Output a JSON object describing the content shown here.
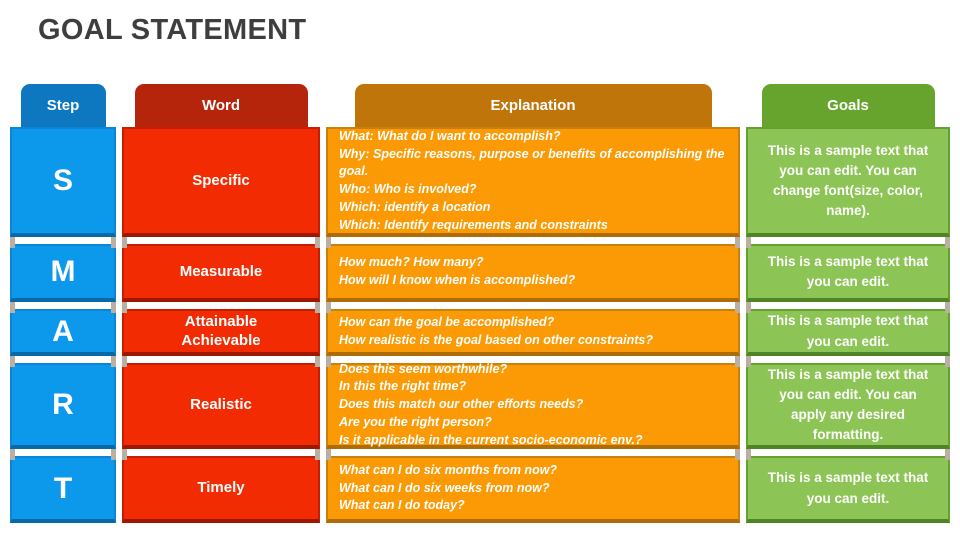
{
  "title": "GOAL STATEMENT",
  "colors": {
    "title_text": "#3e3e3e",
    "step_header": "#0d78c0",
    "step_body": "#0c99ec",
    "word_header": "#b5250b",
    "word_body": "#f22b03",
    "explanation_header": "#c0750b",
    "explanation_body": "#fb9a04",
    "goals_header": "#67a42e",
    "goals_body": "#8cc455",
    "cell_text": "#ffffff"
  },
  "table": {
    "headers": [
      {
        "id": "step",
        "label": "Step",
        "header_color": "#0d78c0",
        "body_color": "#0c99ec"
      },
      {
        "id": "word",
        "label": "Word",
        "header_color": "#b5250b",
        "body_color": "#f22b03"
      },
      {
        "id": "explanation",
        "label": "Explanation",
        "header_color": "#c0750b",
        "body_color": "#fb9a04"
      },
      {
        "id": "goals",
        "label": "Goals",
        "header_color": "#67a42e",
        "body_color": "#8cc455"
      }
    ],
    "rows": [
      {
        "step": "S",
        "word": "Specific",
        "explanation": [
          "What: What do I want to accomplish?",
          "Why: Specific reasons, purpose or benefits of accomplishing the goal.",
          "Who: Who is involved?",
          "Which: identify a location",
          "Which: Identify requirements and constraints"
        ],
        "goals": "This is a sample text that you can edit. You can change font(size, color, name)."
      },
      {
        "step": "M",
        "word": "Measurable",
        "explanation": [
          "How much? How many?",
          "How will I know when is accomplished?"
        ],
        "goals": "This is a sample text that you can edit."
      },
      {
        "step": "A",
        "word": "Attainable\nAchievable",
        "explanation": [
          "How can the goal be accomplished?",
          "How realistic is the goal based on other constraints?"
        ],
        "goals": "This is a sample text that you can edit."
      },
      {
        "step": "R",
        "word": "Realistic",
        "explanation": [
          "Does this seem worthwhile?",
          "In this the right time?",
          "Does this match our other efforts needs?",
          "Are you the right person?",
          "Is it applicable in the current socio-economic env.?"
        ],
        "goals": "This is a sample text that you can edit. You can apply any desired formatting."
      },
      {
        "step": "T",
        "word": "Timely",
        "explanation": [
          "What can I do six months from now?",
          "What can I do six weeks from now?",
          "What can I do today?"
        ],
        "goals": "This is a sample text that you can edit."
      }
    ]
  }
}
